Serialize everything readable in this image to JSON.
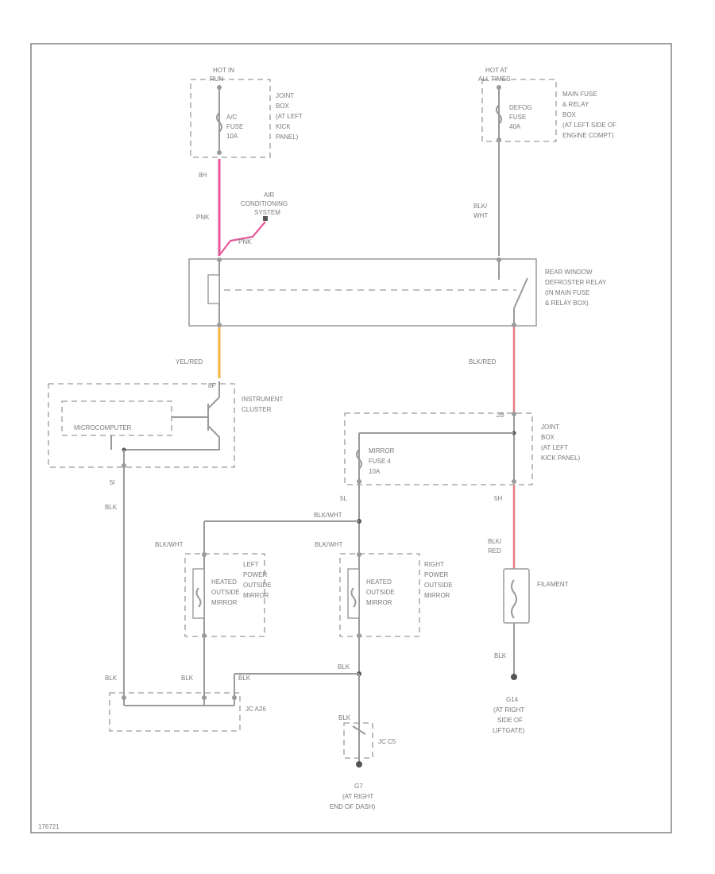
{
  "colors": {
    "pink": "#e9559a",
    "orange": "#f2b441",
    "red": "#e8787c",
    "line": "#9a9a9a"
  },
  "labels": {
    "hot_in_run": [
      "HOT IN",
      "RUN"
    ],
    "hot_at_all_times": [
      "HOT AT",
      "ALL TIMES"
    ],
    "junction_box_top": [
      "JOINT",
      "BOX",
      "(AT LEFT",
      "KICK",
      "PANEL)"
    ],
    "ac_fuse": [
      "A/C",
      "FUSE",
      "10A"
    ],
    "defog_fuse": [
      "DEFOG",
      "FUSE",
      "40A"
    ],
    "main_fuse_box": [
      "MAIN FUSE",
      "& RELAY",
      "BOX",
      "(AT LEFT SIDE OF",
      "ENGINE COMPT)"
    ],
    "wire_8h": "8H",
    "wire_pnk": "PNK",
    "wire_pnk2": "PNK",
    "ac_system": [
      "AIR",
      "CONDITIONING",
      "SYSTEM"
    ],
    "wire_blk_wht_top": [
      "BLK/",
      "WHT"
    ],
    "relay": [
      "REAR WINDOW",
      "DEFROSTER RELAY",
      "(IN MAIN FUSE",
      "& RELAY BOX)"
    ],
    "wire_yel_red": "YEL/RED",
    "wire_blk_red": "BLK/RED",
    "instrument_cluster": [
      "INSTRUMENT",
      "CLUSTER"
    ],
    "micro_computer": "MICROCOMPUTER",
    "pin_8f": "8F",
    "pin_2b": "2B",
    "junction_box_mid": [
      "JOINT",
      "BOX",
      "(AT LEFT",
      "KICK PANEL)"
    ],
    "mirror_fuse": [
      "MIRROR",
      "FUSE 4",
      "10A"
    ],
    "wire_5l": "5L",
    "wire_5i": "5I",
    "wire_5h": "5H",
    "wire_blk_mid": "BLK",
    "wire_blk_wht_bus": "BLK/WHT",
    "wire_blk_wht_left": "BLK/WHT",
    "wire_blk_wht_right": "BLK/WHT",
    "left_mirror": [
      "HEATED",
      "OUTSIDE",
      "MIRROR"
    ],
    "left_mirror_name": [
      "LEFT",
      "POWER",
      "OUTSIDE",
      "MIRROR"
    ],
    "right_mirror": [
      "HEATED",
      "OUTSIDE",
      "MIRROR"
    ],
    "right_mirror_name": [
      "RIGHT",
      "POWER",
      "OUTSIDE",
      "MIRROR"
    ],
    "wire_blk_red_low": [
      "BLK/",
      "RED"
    ],
    "filament": "FILAMENT",
    "wire_blk_a": "BLK",
    "wire_blk_b": "BLK",
    "wire_blk_c": "BLK",
    "wire_blk_d": "BLK",
    "wire_blk_e": "BLK",
    "wire_blk_f": "BLK",
    "jc_a26": "JC A26",
    "jc_c5": "JC C5",
    "ground_g7": [
      "G7",
      "(AT RIGHT",
      "END OF DASH)"
    ],
    "ground_g14": [
      "G14",
      "(AT RIGHT",
      "SIDE OF",
      "LIFTGATE)"
    ],
    "footer_code": "176721"
  }
}
